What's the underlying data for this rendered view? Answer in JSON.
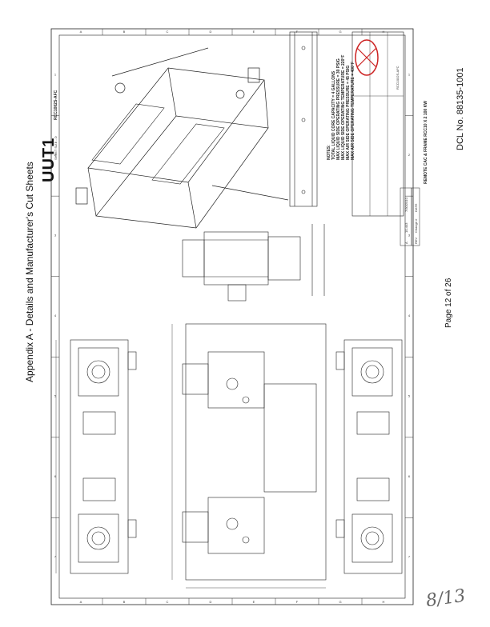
{
  "header": {
    "title": "Appendix A - Details and Manufacturer's Cut Sheets",
    "sheet_id": "UUT1"
  },
  "footer": {
    "page": "Page 12 of 26",
    "doc_number": "DCL No. 88135-1001",
    "handwritten": "8/13"
  },
  "drawing": {
    "part_number": "RCC1002S-AFC",
    "drawing_title": "REMOTE CAC & FRAME RCC10 X 2 100 KW",
    "sheet_size": "SHEET SIZE - D",
    "revision_row": [
      "A",
      "10-443",
      "7/30/2010"
    ],
    "revision_headers": [
      "REV",
      "Change #",
      "DATE"
    ],
    "notes": [
      "NOTES:",
      "TOTAL LIQUID CORE CAPACITY = 4 GALLONS",
      "MAX LIQUID SIDE OPERATING PRESSURE = 30 PSIG",
      "MAX LIQUID SIDE OPERATING TEMPERATURE = 220°F",
      "MAX AIR SIDE OPERATING PRESSURE = 45 PSIG",
      "MAX AIR SIDE OPERATING TEMPERATURE = 400°F"
    ],
    "border_numbers": [
      "1",
      "2",
      "3",
      "4",
      "5",
      "6",
      "7"
    ],
    "border_letters": [
      "A",
      "B",
      "C",
      "D",
      "E",
      "F",
      "G",
      "H"
    ]
  }
}
